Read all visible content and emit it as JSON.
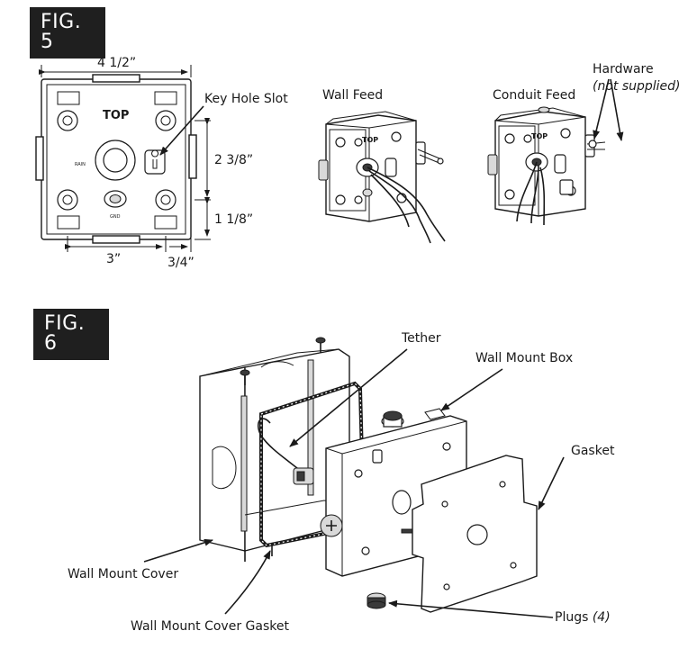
{
  "fig5": {
    "tag": "FIG. 5",
    "dims": {
      "width_top": "4 1/2”",
      "height_right": "2 3/8”",
      "height_lower": "1 1/8”",
      "width_bottom": "3”",
      "offset_bottom": "3/4”"
    },
    "box_top_text": "TOP",
    "labels": {
      "key_hole_slot": "Key Hole Slot",
      "wall_feed": "Wall Feed",
      "conduit_feed": "Conduit Feed",
      "hardware": "Hardware",
      "not_supplied": "(not supplied)"
    }
  },
  "fig6": {
    "tag": "FIG. 6",
    "labels": {
      "tether": "Tether",
      "wall_mount_box": "Wall Mount Box",
      "gasket": "Gasket",
      "wall_mount_cover": "Wall Mount Cover",
      "wall_mount_cover_gasket": "Wall Mount Cover Gasket",
      "plugs": "Plugs",
      "plugs_count": "(4)"
    }
  }
}
